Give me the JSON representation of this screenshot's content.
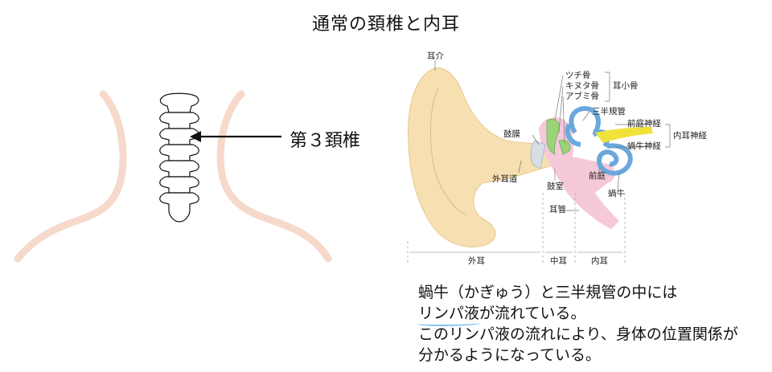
{
  "title": "通常の頚椎と内耳",
  "vertebra_label": "第３頚椎",
  "ear_labels": {
    "auricle": "耳介",
    "hammer": "ツチ骨",
    "anvil": "キヌタ骨",
    "stirrup": "アブミ骨",
    "ossicles": "耳小骨",
    "canals": "三半規管",
    "vestibular_nerve": "前庭神経",
    "cochlear_nerve": "蝸牛神経",
    "inner_nerve": "内耳神経",
    "eardrum": "鼓膜",
    "canal": "外耳道",
    "tympanic": "鼓室",
    "vestibule": "前庭",
    "cochlea": "蝸牛",
    "tube": "耳管",
    "outer": "外耳",
    "middle": "中耳",
    "inner": "内耳"
  },
  "note": {
    "line1": "蝸牛（かぎゅう）と三半規管の中には",
    "line2_highlight": "リンパ液",
    "line2_rest": "が流れている。",
    "line3": "このリンパ液の流れにより、身体の位置関係が",
    "line4": "分かるようになっている。"
  },
  "colors": {
    "skin_outline": "#f6d9cb",
    "auricle": "#f6dfb0",
    "middle_ear": "#f5c8da",
    "semicircular": "#6aa8dc",
    "nerve": "#f1e23a",
    "ossicle": "#9bd37a",
    "highlight": "#7fc4ee"
  }
}
